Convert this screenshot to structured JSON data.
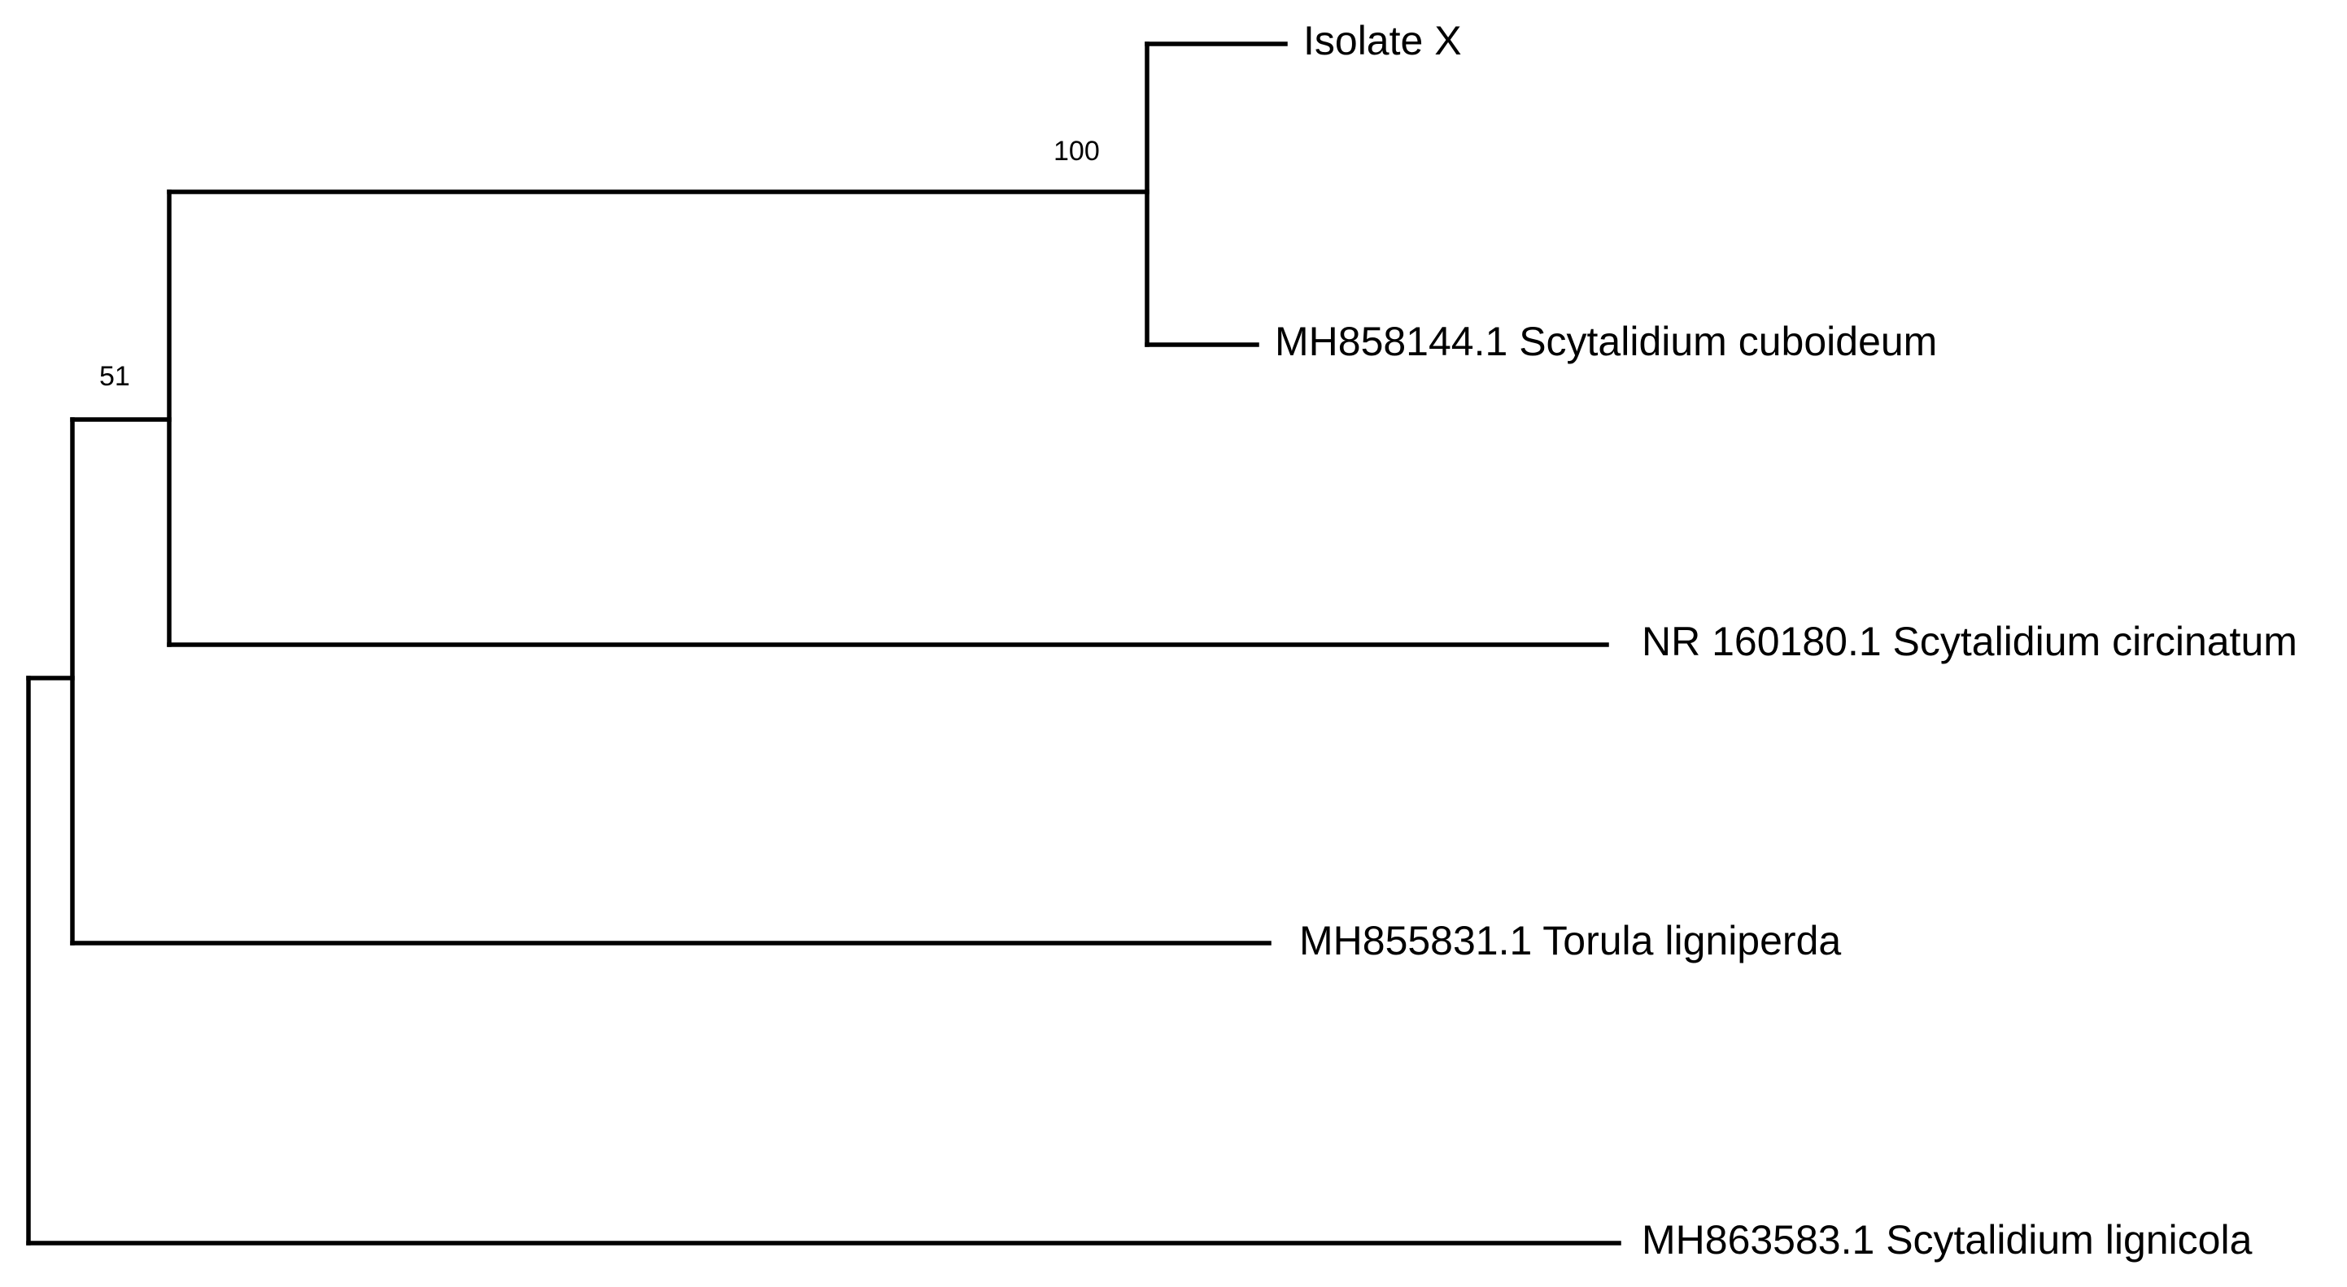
{
  "tree": {
    "taxa": [
      {
        "id": "isolate-x",
        "label": "Isolate X"
      },
      {
        "id": "mh858144",
        "label": "MH858144.1 Scytalidium cuboideum"
      },
      {
        "id": "nr160180",
        "label": "NR 160180.1 Scytalidium circinatum"
      },
      {
        "id": "mh855831",
        "label": "MH855831.1 Torula ligniperda"
      },
      {
        "id": "mh863583",
        "label": "MH863583.1 Scytalidium lignicola"
      }
    ],
    "bootstrap": [
      {
        "node": "isolate-x+mh858144",
        "value": "100"
      },
      {
        "node": "clade+nr160180",
        "value": "51"
      }
    ]
  }
}
